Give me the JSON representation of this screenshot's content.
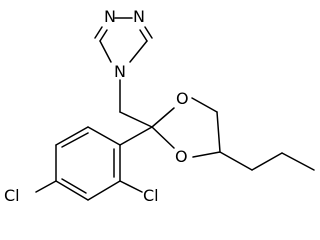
{
  "molecule": {
    "atoms": {
      "triazole_n1": "N",
      "triazole_n2": "N",
      "triazole_n4": "N",
      "dioxolane_o1": "O",
      "dioxolane_o3": "O",
      "chloro_4": "Cl",
      "chloro_2": "Cl"
    }
  }
}
